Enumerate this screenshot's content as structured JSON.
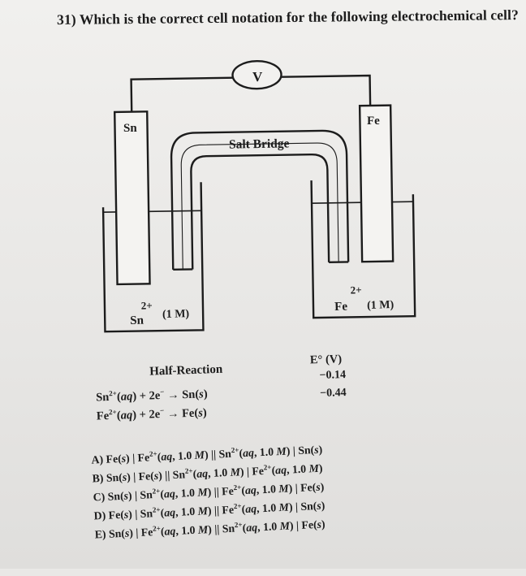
{
  "question": {
    "number_text": "31) Which is the correct cell notation for the following electrochemical cell?"
  },
  "diagram": {
    "voltmeter_label": "V",
    "left_electrode": "Sn",
    "right_electrode": "Fe",
    "salt_bridge_label": "Salt Bridge",
    "left_solution": {
      "ion": "Sn",
      "charge": "2+",
      "conc": "(1 M)"
    },
    "right_solution": {
      "ion": "Fe",
      "charge": "2+",
      "conc": "(1 M)"
    }
  },
  "table": {
    "col1_header": "Half-Reaction",
    "col2_header": "E° (V)",
    "rows": [
      {
        "half_reaction_html": "Sn<sup>2+</sup>(<i>aq</i>) + 2e<sup>−</sup> → Sn(<i>s</i>)",
        "e_value": "−0.14"
      },
      {
        "half_reaction_html": "Fe<sup>2+</sup>(<i>aq</i>) + 2e<sup>−</sup> → Fe(<i>s</i>)",
        "e_value": "−0.44"
      }
    ]
  },
  "answers": [
    "A) Fe(<i>s</i>) | Fe<sup>2+</sup>(<i>aq</i>, 1.0 <i>M</i>) || Sn<sup>2+</sup>(<i>aq</i>, 1.0 <i>M</i>) | Sn(<i>s</i>)",
    "B) Sn(<i>s</i>) | Fe(<i>s</i>) || Sn<sup>2+</sup>(<i>aq</i>, 1.0 <i>M</i>) | Fe<sup>2+</sup>(<i>aq</i>, 1.0 <i>M</i>)",
    "C) Sn(<i>s</i>) | Sn<sup>2+</sup>(<i>aq</i>, 1.0 <i>M</i>) || Fe<sup>2+</sup>(<i>aq</i>, 1.0 <i>M</i>) | Fe(<i>s</i>)",
    "D) Fe(<i>s</i>) | Sn<sup>2+</sup>(<i>aq</i>, 1.0 <i>M</i>) || Fe<sup>2+</sup>(<i>aq</i>, 1.0 <i>M</i>) | Sn(<i>s</i>)",
    "E) Sn(<i>s</i>) | Fe<sup>2+</sup>(<i>aq</i>, 1.0 <i>M</i>) || Sn<sup>2+</sup>(<i>aq</i>, 1.0 <i>M</i>) | Fe(<i>s</i>)"
  ]
}
